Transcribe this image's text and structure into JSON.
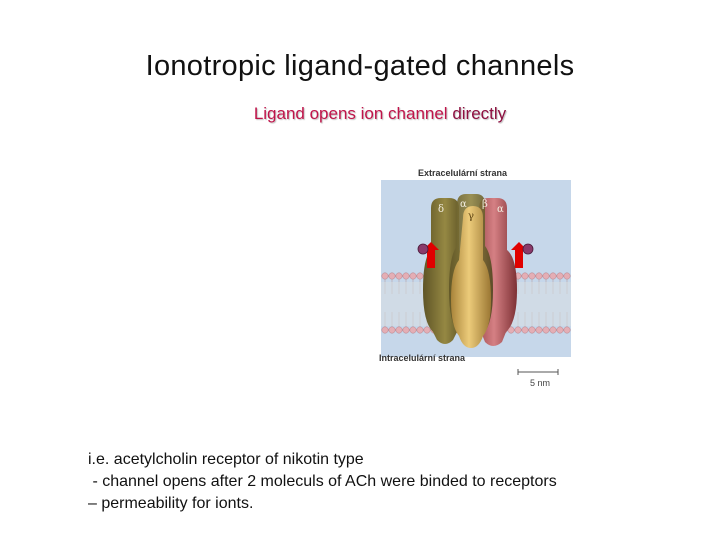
{
  "title": "Ionotropic ligand-gated channels",
  "subtitle": {
    "prefix": "Ligand opens ion channel ",
    "emphasis": "directly"
  },
  "figure": {
    "label_top": "Extracelulární strana",
    "label_bottom": "Intracelulární strana",
    "scale_label": "5 nm",
    "subunit_labels": [
      "δ",
      "α",
      "β",
      "γ",
      "α"
    ],
    "colors": {
      "membrane_bg": "#c6d7ea",
      "lipid_head": "#e4aeb5",
      "subunit_olive": "#867a3e",
      "subunit_gold": "#d8b25e",
      "subunit_red": "#c46a6e",
      "arrow": "#e00000",
      "ligand": "#8a3a6a"
    }
  },
  "caption": {
    "line1": "i.e. acetylcholin receptor of nikotin type",
    "line2": " - channel opens after 2 moleculs of ACh were binded to receptors",
    "line3": "– permeability for ionts."
  }
}
